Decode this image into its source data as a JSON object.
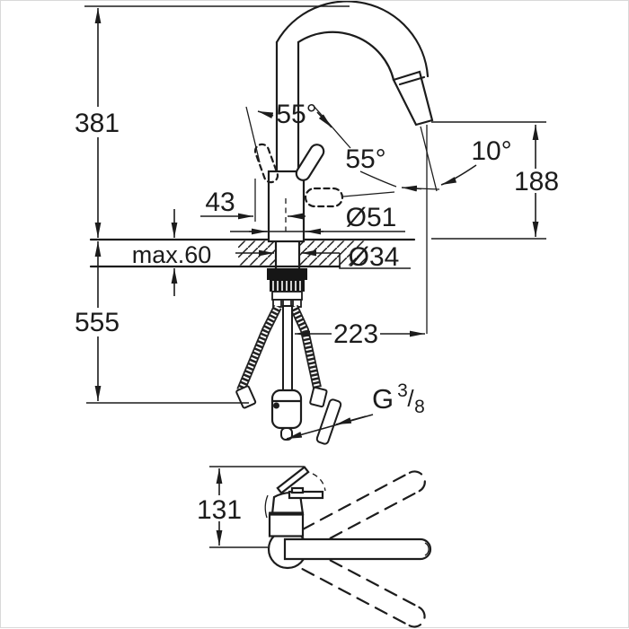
{
  "drawing": {
    "type": "technical-dimension-diagram",
    "subject": "kitchen faucet with pull-out spray, front view and side view",
    "colors": {
      "line": "#1c1c1c",
      "background": "#ffffff",
      "frame": "#d9d9d9"
    },
    "labels": {
      "height_above_counter": "381",
      "depth_below_counter": "555",
      "counter_thickness_max": "max.60",
      "handle_offset": "43",
      "body_diameter": "Ø51",
      "hole_diameter": "Ø34",
      "handle_swivel_angle": "55°",
      "lever_lift_angle": "55°",
      "spray_head_angle": "10°",
      "spout_clearance_height": "188",
      "spout_reach": "223",
      "side_view_height": "131",
      "thread_letter": "G",
      "thread_numerator": "3",
      "thread_slash": "/",
      "thread_denominator": "8"
    }
  }
}
